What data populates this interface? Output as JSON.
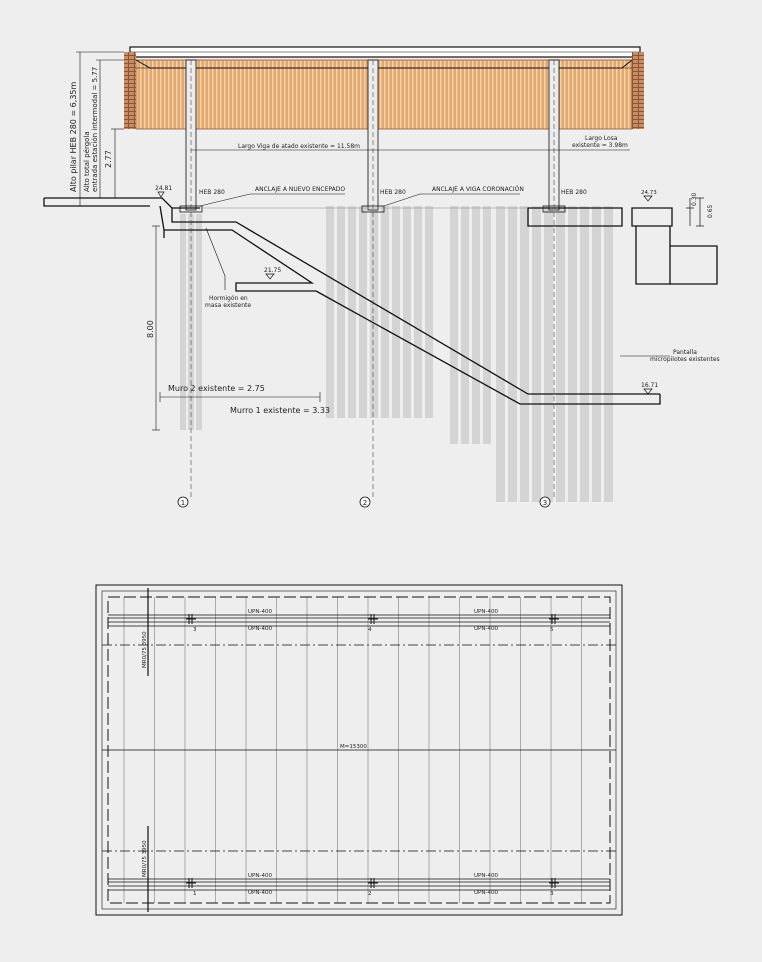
{
  "colors": {
    "background": "#eeeeee",
    "line": "#111111",
    "pile": "#d4d4d4",
    "wood": "#e3a870",
    "wood_stripe": "#f4d4ae",
    "brick": "#b5774e"
  },
  "elevation": {
    "labels": {
      "alto_pilar": "Alto pilar HEB 280 = 6,35m",
      "alto_total_1": "Alto total pérgola",
      "alto_total_2": "entrada estación intermodal = 5.77",
      "dim_2_77": "2.77",
      "largo_viga": "Largo Viga de atado existente = 11.58m",
      "largo_losa_1": "Largo Losa",
      "largo_losa_2": "existente = 3.98m",
      "level_left": "24.81",
      "heb_1": "HEB 280",
      "anclaje_encepado": "ANCLAJE A NUEVO ENCEPADO",
      "heb_2": "HEB 280",
      "anclaje_coronacion": "ANCLAJE A VIGA CORONACIÓN",
      "heb_3": "HEB 280",
      "level_right": "24.73",
      "dim_0_30": "0.30",
      "dim_0_65": "0.65",
      "level_mid": "21.75",
      "hormigon_1": "Hormigón en",
      "hormigon_2": "masa existente",
      "dim_8_00": "8.00",
      "pantalla_1": "Pantalla",
      "pantalla_2": "micropilotes existentes",
      "level_low": "16.71",
      "muro2": "Muro 2 existente = 2.75",
      "muro1": "Murro 1 existente = 3.33"
    },
    "axes": [
      "1",
      "2",
      "3"
    ]
  },
  "plan": {
    "upn_labels": [
      "UPN-400",
      "UPN-400",
      "UPN-400",
      "UPN-400",
      "UPN-400",
      "UPN-400",
      "UPN-400",
      "UPN-400"
    ],
    "post_labels": [
      "3",
      "4",
      "5",
      "1",
      "2",
      "3"
    ],
    "center_dim": "M=15300",
    "side_dim_1": "MR0/75 3950",
    "side_dim_2": "MR0/75 3950"
  }
}
